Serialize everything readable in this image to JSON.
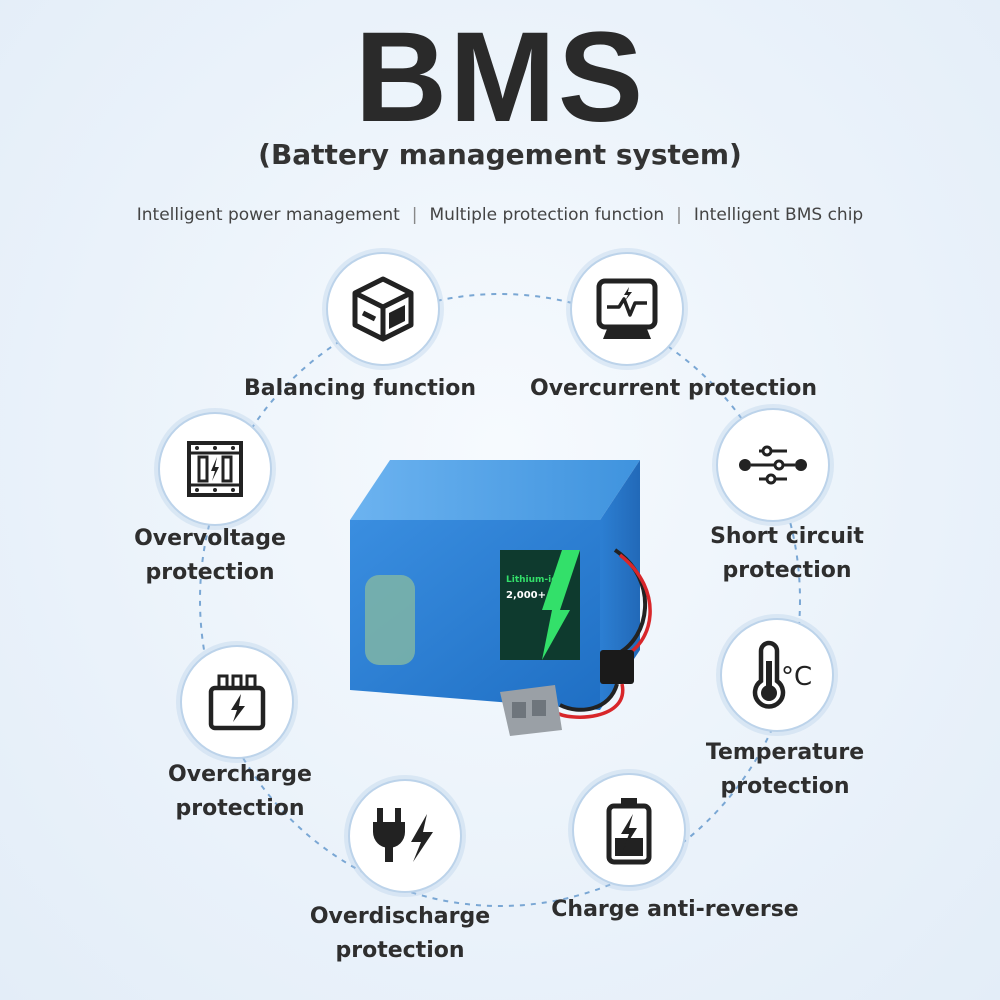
{
  "title": "BMS",
  "subtitle": "(Battery management system)",
  "features": [
    "Intelligent power management",
    "Multiple protection function",
    "Intelligent BMS chip"
  ],
  "separator": "|",
  "battery": {
    "label_title": "Lithium-ion",
    "label_cycles": "2,000+"
  },
  "nodes": [
    {
      "name": "balancing",
      "label_line1": "Balancing function",
      "label_line2": ""
    },
    {
      "name": "overcurrent",
      "label_line1": "Overcurrent protection",
      "label_line2": ""
    },
    {
      "name": "short-circuit",
      "label_line1": "Short circuit",
      "label_line2": "protection"
    },
    {
      "name": "temperature",
      "label_line1": "Temperature",
      "label_line2": "protection"
    },
    {
      "name": "charge-anti-reverse",
      "label_line1": "Charge anti-reverse",
      "label_line2": ""
    },
    {
      "name": "overdischarge",
      "label_line1": "Overdischarge",
      "label_line2": "protection"
    },
    {
      "name": "overcharge",
      "label_line1": "Overcharge",
      "label_line2": "protection"
    },
    {
      "name": "overvoltage",
      "label_line1": "Overvoltage",
      "label_line2": "protection"
    }
  ],
  "temperature_unit": "°C",
  "colors": {
    "ring": "#7aa7d4",
    "battery": "#2f7fd0",
    "text": "#2e2e2e"
  }
}
